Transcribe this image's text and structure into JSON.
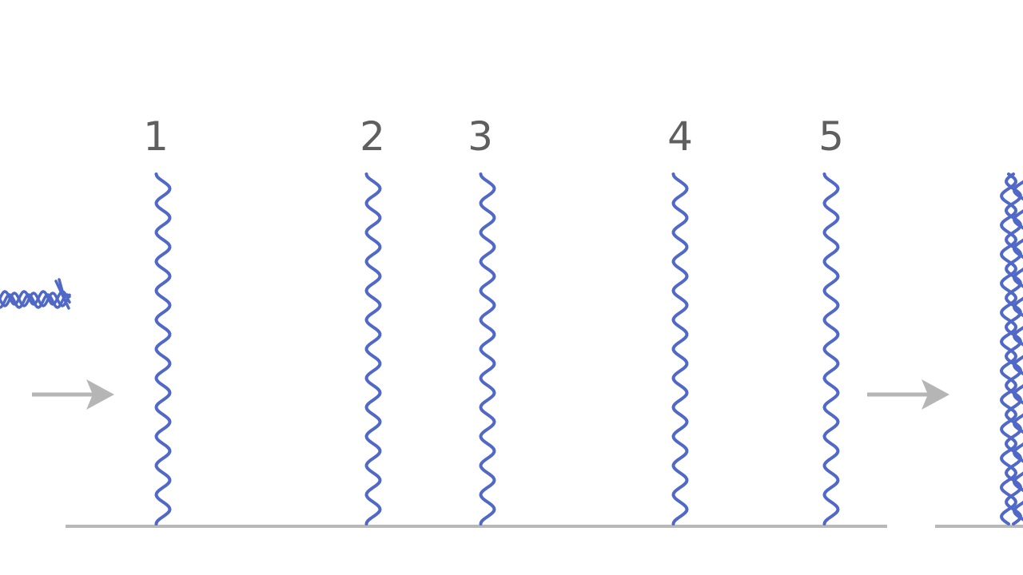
{
  "strands": [
    {
      "label": "1"
    },
    {
      "label": "2"
    },
    {
      "label": "3"
    },
    {
      "label": "4"
    },
    {
      "label": "5"
    }
  ],
  "colors": {
    "strand": "#5068c8",
    "arrow": "#b5b5b5",
    "baseline": "#b8b8b8",
    "label": "#5f5f5f"
  }
}
